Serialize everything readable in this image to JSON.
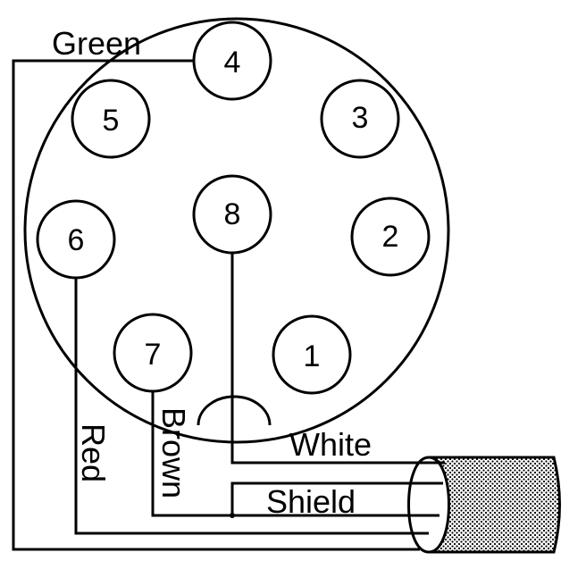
{
  "pins": [
    "1",
    "2",
    "3",
    "4",
    "5",
    "6",
    "7",
    "8"
  ],
  "wires": {
    "green": "Green",
    "white": "White",
    "brown": "Brown",
    "red": "Red",
    "shield": "Shield"
  }
}
